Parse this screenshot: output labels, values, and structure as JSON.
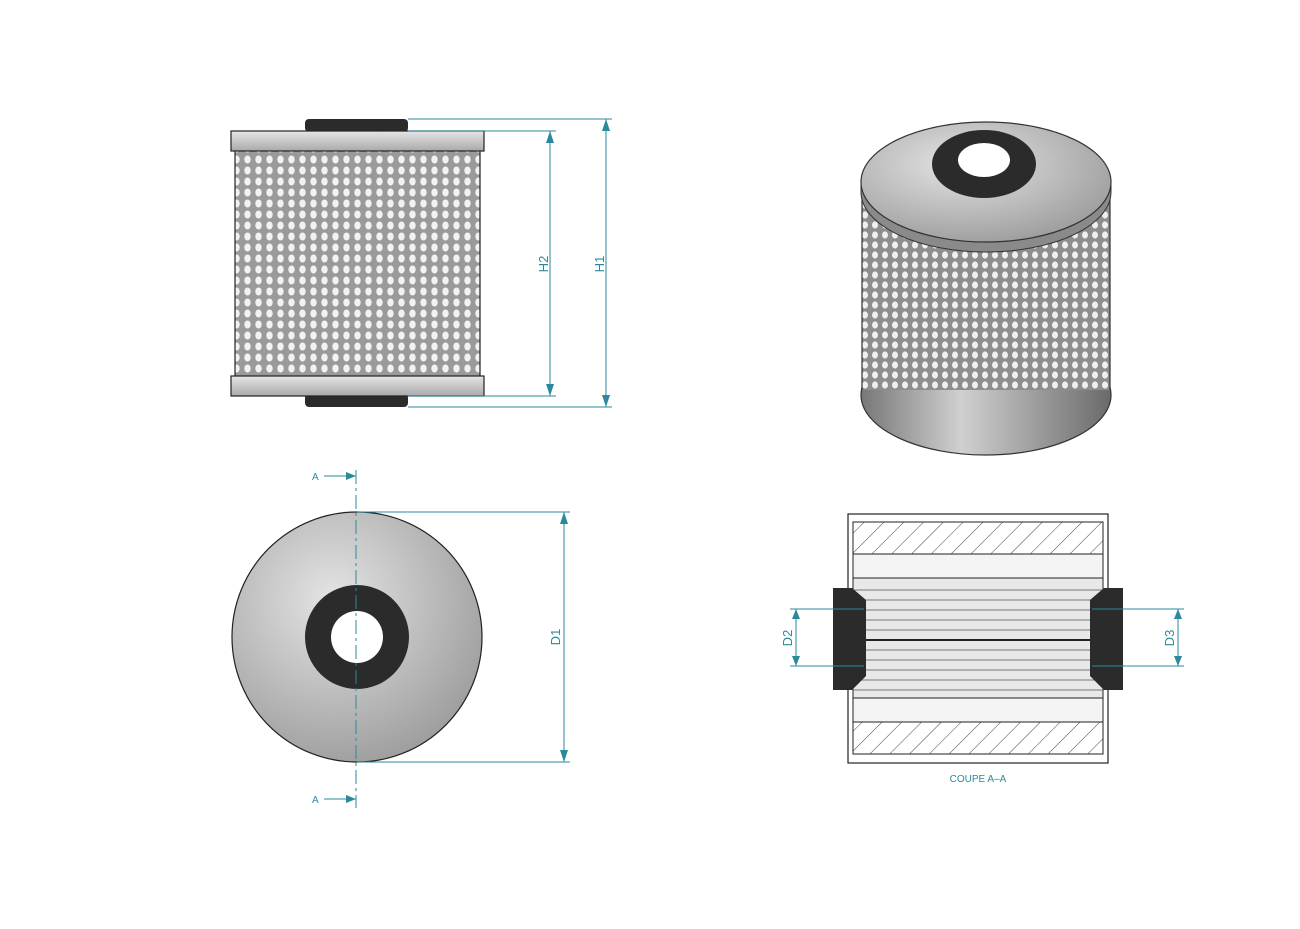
{
  "views": {
    "side": {
      "height_outer_label": "H1",
      "height_inner_label": "H2"
    },
    "top": {
      "diameter_label": "D1",
      "section_mark": "A"
    },
    "iso": {},
    "section": {
      "title": "COUPE A–A",
      "inner_left_label": "D2",
      "inner_right_label": "D3"
    }
  },
  "colors": {
    "dimension": "#2a8a9c",
    "outline": "#222222",
    "rubber": "#2b2b2b",
    "metal": "#bdbdbd"
  }
}
